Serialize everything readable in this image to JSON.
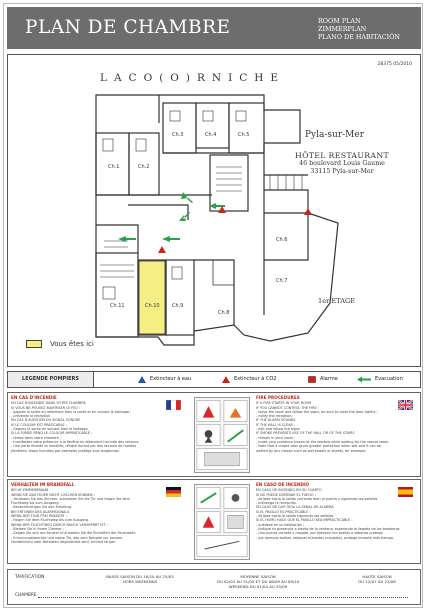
{
  "header": {
    "title": "PLAN DE CHAMBRE",
    "subtitles": [
      "ROOM PLAN",
      "ZIMMERPLAN",
      "PLANO DE HABITACIÓN"
    ]
  },
  "hotel": {
    "name": "LACO(O)RNICHE",
    "reference": "28375 05/2010",
    "city": "Pyla-sur-Mer",
    "type": "HÔTEL RESTAURANT",
    "street": "46 boulevard Louis Gaume",
    "postcode": "33115 Pyla-sur-Mer",
    "floor": "1er ETAGE"
  },
  "rooms": [
    "Ch.1",
    "Ch.2",
    "Ch.3",
    "Ch.4",
    "Ch.5",
    "Ch.6",
    "Ch.7",
    "Ch.8",
    "Ch.9",
    "Ch.10",
    "Ch.11"
  ],
  "legend": {
    "you_are_here": "Vous êtes ici",
    "highlight_color": "#f5ee84"
  },
  "pompiers": {
    "title": "LEGENDE POMPIERS",
    "items": [
      "Extincteur à eau",
      "Extincteur à CO2",
      "Alarme",
      "Evacuation"
    ]
  },
  "sections": {
    "fr": {
      "head": "EN CAS D'INCENDIE",
      "lines": [
        "EN CAS D'INCENDIE DANS VOTRE CHAMBRE",
        "SI VOUS NE POUVEZ MAITRISER LE FEU :",
        "- gagnez la sortie en refermant bien la porte et en suivant le balisage ;",
        "- prévenez la réception.",
        "EN CAS D'AUDITION DU SIGNAL SONORE",
        "SI LE COULOIR EST PRATICABLE :",
        "- Gagnez la sortie en suivant bien le balisage.",
        "SI LA FUMÉE REND LE COULOIR IMPRATICABLE :",
        "- restez dans votre chambre ;",
        "- manifestez votre présence à la fenêtre en attendant l'arrivée des secours.",
        "- Une porte fermée et mouillée, résiste durant par des secours de  fumées",
        "(fenêtres, draps humides par exemple) protège plus longtemps."
      ]
    },
    "en": {
      "head": "FIRE PROCEDURES",
      "lines": [
        "IF A FIRE STARTS IN YOUR ROOM",
        "IF YOU CANNOT CONTROL THE FIRE :",
        "- leave the room and follow the signs, be sure to close the door tightly ;",
        "- notify the reception.",
        "IF THE ALARM SOUNDS",
        "IF THE HALL IS CLEAR :",
        "- exit and follow the signs",
        "IF SMOKE PREVENTS USE OF THE HALL OR OF THE STAIRS",
        "- remain in your room ;",
        "- make your presence known at the window while waiting for the rescue team.",
        "- Note that a closed door gives greater protection when wet and it can be",
        "wetted by any means such as wet towels or sheets, for example."
      ]
    },
    "de": {
      "head": "VERHALTEN IM BRANDFALL",
      "lines": [
        "BEI IM ZIMMERBRAND",
        "WENN SIE DAS FEUER NICHT LÖSCHEN KÖNNEN :",
        "- Verlassen Sie das Zimmer, schliessen Sie die Tür und folgen Sie dem",
        "Fluchtweg bis zum Ausgang ;",
        "- Benachrichtigen Sie den Empfang.",
        "BEI ERTÖNEN DES ALARMSIGNALS",
        "WENN DER FLUR FREI PASSIERT :",
        "- Folgen Sie dem Fluchtweg bis zum Ausgang.",
        "WENN DER FLUCHTWEG DURCH RAUCH VERSPERRT IST :",
        "- Bleiben Sie in Ihrem Zimmer ;",
        "- Zeigen Sie sich am Fenster und warten Sie die Eintreffen der Feuerwehr.",
        "- Erinnnungsberichte und nasse Tür, das zum Beispiel nur konnen.",
        "Handtüchern oder Bettlaken abgedichtet wird, schützt länger."
      ]
    },
    "es": {
      "head": "EN CASO DE INCENDIO",
      "lines": [
        "EN CASO DE INCENDIO EN SU CUARTO",
        "SI NO PUEDE DOMINAR EL FUEGO :",
        "- diríjase hacia la salida cerrando bien la puerta y siguiendo las señales",
        "- prevenga la recepción.",
        "EN CASO DE QUE OIGA LA SEÑAL DE ALARMA",
        "SI EL PASILLO ES PRACTICABLE :",
        "- diríjase hacia la salida siguiendo las señales.",
        "SI EL HUMO HACE QUE EL PASILLO SEA IMPRACTICABLE :",
        "- quédese en su habitación ;",
        "- indique su presencia a través de la ventana, esperando la llegada de los bomberos.",
        "- Una puerta cerrada y mojada, por ejemplo con toallas o sábanas protege",
        "- por ejemplo toallas, sábanas húmedas (mojadas), protege durante más tiempo."
      ]
    }
  },
  "tarifs": {
    "label": "TARIFICATION",
    "basse": [
      "BASSE SAISON DU 10/10 AU 25/03",
      "HORS WEEKENDS"
    ],
    "moyenne": [
      "MOYENNE SAISON",
      "DU 02/03 AU 31/05 ET DU 08/09 AU 09/10",
      "WEEKEND DU 01/04 AU 25/09"
    ],
    "haute": [
      "HAUTE SAISON",
      "DU 12/07 AU 23/08"
    ],
    "chambre_label": "CHAMBRE"
  }
}
